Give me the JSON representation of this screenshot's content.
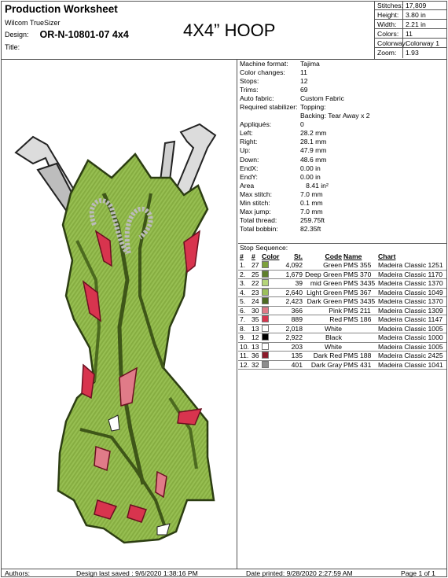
{
  "header": {
    "title": "Production Worksheet",
    "software": "Wilcom TrueSizer",
    "design_label": "Design:",
    "design_name": "OR-N-10801-07 4x4",
    "title_label": "Title:",
    "hoop": "4X4” HOOP"
  },
  "stats": [
    {
      "k": "Stitches:",
      "v": "17,809"
    },
    {
      "k": "Height:",
      "v": "3.80 in"
    },
    {
      "k": "Width:",
      "v": "2.21 in"
    },
    {
      "k": "Colors:",
      "v": "11"
    },
    {
      "k": "Colorway:",
      "v": "Colorway 1"
    },
    {
      "k": "Zoom:",
      "v": "1.93"
    }
  ],
  "info": [
    {
      "k": "Machine format:",
      "v": "Tajima"
    },
    {
      "k": "Color changes:",
      "v": "11"
    },
    {
      "k": "Stops:",
      "v": "12"
    },
    {
      "k": "Trims:",
      "v": "69"
    },
    {
      "k": "Auto fabric:",
      "v": "Custom Fabric"
    },
    {
      "k": "Required stabilizer:",
      "v": "Topping:"
    },
    {
      "k": "",
      "v": "Backing: Tear Away x 2"
    },
    {
      "k": "Appliqués:",
      "v": "0"
    },
    {
      "k": "Left:",
      "v": "28.2 mm"
    },
    {
      "k": "Right:",
      "v": "28.1 mm"
    },
    {
      "k": "Up:",
      "v": "47.9 mm"
    },
    {
      "k": "Down:",
      "v": "48.6 mm"
    },
    {
      "k": "EndX:",
      "v": "0.00 in"
    },
    {
      "k": "EndY:",
      "v": "0.00 in"
    },
    {
      "k": "Area",
      "v": "   8.41 in²"
    },
    {
      "k": "Max stitch:",
      "v": "7.0 mm"
    },
    {
      "k": "Min stitch:",
      "v": "0.1 mm"
    },
    {
      "k": "Max jump:",
      "v": "7.0 mm"
    },
    {
      "k": "Total thread:",
      "v": "259.75ft"
    },
    {
      "k": "Total bobbin:",
      "v": "82.35ft"
    }
  ],
  "sequence": {
    "title": "Stop Sequence:",
    "headers": [
      "#",
      "#",
      "Color",
      "St.",
      "Code",
      "Name",
      "Chart"
    ],
    "rows": [
      {
        "n": "1.",
        "id": "27",
        "color": "#7da13c",
        "st": "4,092",
        "code": "Green",
        "name": "PMS 355",
        "chart": "Madeira Classic 1251"
      },
      {
        "n": "2.",
        "id": "25",
        "color": "#5f7f2c",
        "st": "1,679",
        "code": "Deep Green",
        "name": "PMS 370",
        "chart": "Madeira Classic 1170"
      },
      {
        "n": "3.",
        "id": "22",
        "color": "#b4d47a",
        "st": "39",
        "code": "mid Green",
        "name": "PMS 3435",
        "chart": "Madeira Classic 1370"
      },
      {
        "n": "4.",
        "id": "23",
        "color": "#9cc05c",
        "st": "2,640",
        "code": "Light Green",
        "name": "PMS 367",
        "chart": "Madeira Classic 1049"
      },
      {
        "n": "5.",
        "id": "24",
        "color": "#4e6b22",
        "st": "2,423",
        "code": "Dark Green",
        "name": "PMS 3435",
        "chart": "Madeira Classic 1370"
      },
      {
        "n": "6.",
        "id": "30",
        "color": "#e07b88",
        "st": "366",
        "code": "Pink",
        "name": "PMS 211",
        "chart": "Madeira Classic 1309"
      },
      {
        "n": "7.",
        "id": "35",
        "color": "#d8344e",
        "st": "889",
        "code": "Red",
        "name": "PMS 186",
        "chart": "Madeira Classic 1147"
      },
      {
        "n": "8.",
        "id": "13",
        "color": "#ffffff",
        "st": "2,018",
        "code": "White",
        "name": "",
        "chart": "Madeira Classic 1005"
      },
      {
        "n": "9.",
        "id": "12",
        "color": "#000000",
        "st": "2,922",
        "code": "Black",
        "name": "",
        "chart": "Madeira Classic 1000"
      },
      {
        "n": "10.",
        "id": "13",
        "color": "#ffffff",
        "st": "203",
        "code": "White",
        "name": "",
        "chart": "Madeira Classic 1005"
      },
      {
        "n": "11.",
        "id": "36",
        "color": "#8b1a2a",
        "st": "135",
        "code": "Dark Red",
        "name": "PMS 188",
        "chart": "Madeira Classic 2425"
      },
      {
        "n": "12.",
        "id": "32",
        "color": "#8e8e8e",
        "st": "401",
        "code": "Dark Gray",
        "name": "PMS 431",
        "chart": "Madeira Classic 1041"
      }
    ]
  },
  "footer": {
    "authors": "Authors:",
    "saved": "Design last saved : 9/6/2020 1:38:16 PM",
    "printed": "Date printed: 9/28/2020 2:27:59 AM",
    "page": "Page 1 of 1"
  }
}
